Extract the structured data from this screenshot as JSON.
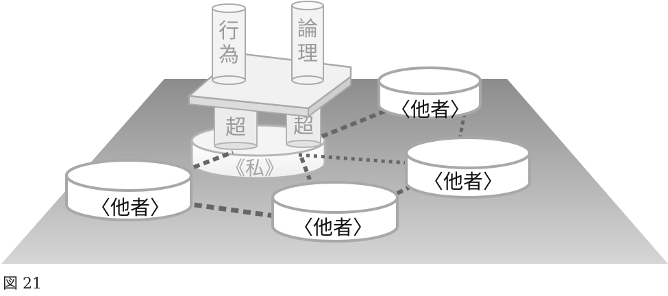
{
  "diagram": {
    "self_label": "《私》",
    "pillar_labels": {
      "left_upper": [
        "行",
        "為"
      ],
      "right_upper": [
        "論",
        "理"
      ],
      "left_lower": "超",
      "right_lower": "超"
    },
    "others": [
      {
        "label": "〈他者〉"
      },
      {
        "label": "〈他者〉"
      },
      {
        "label": "〈他者〉"
      },
      {
        "label": "〈他者〉"
      }
    ]
  },
  "caption": "図 21",
  "colors": {
    "floor_top": "#8f8f8f",
    "floor_bottom": "#d4d4d4",
    "disc_stroke": "#a8a8a8",
    "connector": "#666666"
  }
}
